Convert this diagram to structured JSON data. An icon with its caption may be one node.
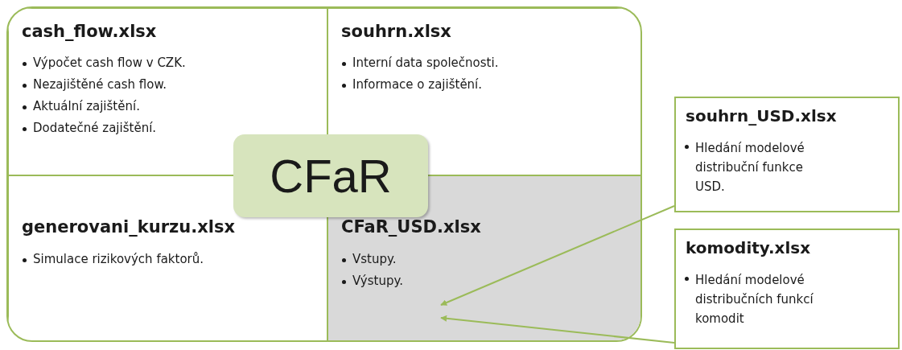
{
  "diagram": {
    "nodes": [
      {
        "text": [],
        "shape": "box"
      },
      {
        "text": [
          "cash_flow.xlsx",
          "Výpočet cash flow v CZK.",
          "Nezajištěné cash flow.",
          "Aktuální zajištění.",
          "Dodatečné zajištění."
        ],
        "in": 0
      },
      {
        "text": [
          "souhrn.xlsx",
          "Interní data společnosti.",
          "Informace o zajištění."
        ],
        "in": 0
      },
      {
        "text": [
          "generovani_kurzu.xlsx",
          "Simulace rizikových faktorů."
        ],
        "in": 0
      },
      {
        "text": [
          "CFaR_USD.xlsx",
          "Vstupy.",
          "Výstupy."
        ],
        "in": 0
      },
      {
        "text": [
          "CFaR"
        ],
        "in": 0
      },
      {
        "text": [
          "souhrn_USD.xlsx",
          "Hledání modelové distribuční funkce USD."
        ]
      },
      {
        "text": [
          "komodity.xlsx",
          "Hledání modelové distribučních funkcí komodit"
        ]
      }
    ],
    "edges": [
      {
        "from": 6,
        "to": 4,
        "arrow": "to"
      },
      {
        "from": 7,
        "to": 4,
        "arrow": "to"
      }
    ]
  }
}
